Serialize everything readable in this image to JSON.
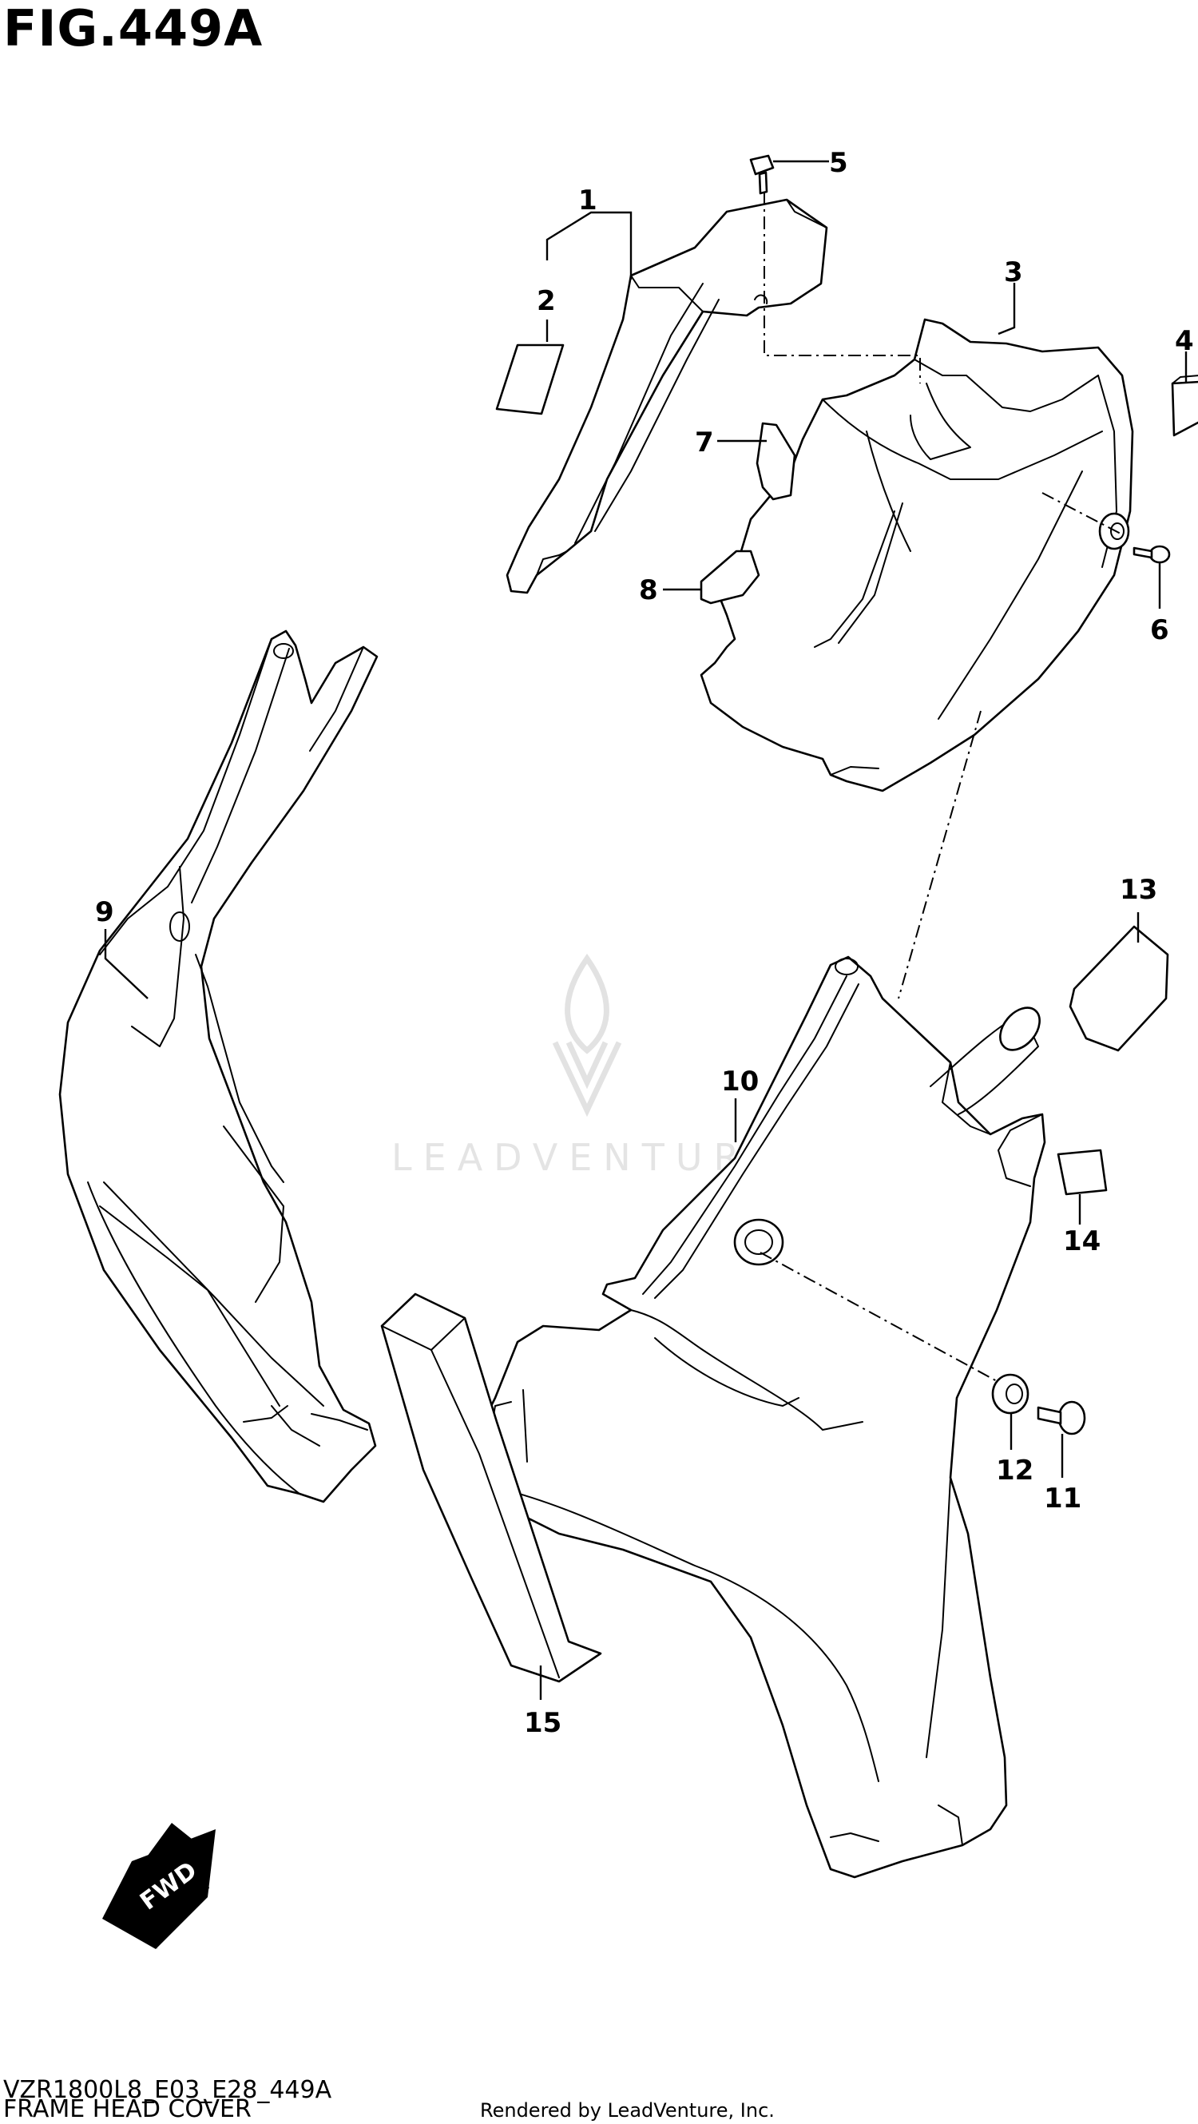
{
  "figure": {
    "title": "FIG.449A",
    "model_code": "VZR1800L8_E03_E28_449A",
    "name": "FRAME HEAD COVER",
    "credit": "Rendered by LeadVenture, Inc."
  },
  "watermark": {
    "text": "LEADVENTURE"
  },
  "fwd_arrow": {
    "label": "FWD"
  },
  "callouts": {
    "c1": "1",
    "c2": "2",
    "c3": "3",
    "c4": "4",
    "c5": "5",
    "c6": "6",
    "c7": "7",
    "c8": "8",
    "c9": "9",
    "c10": "10",
    "c11": "11",
    "c12": "12",
    "c13": "13",
    "c14": "14",
    "c15": "15"
  }
}
